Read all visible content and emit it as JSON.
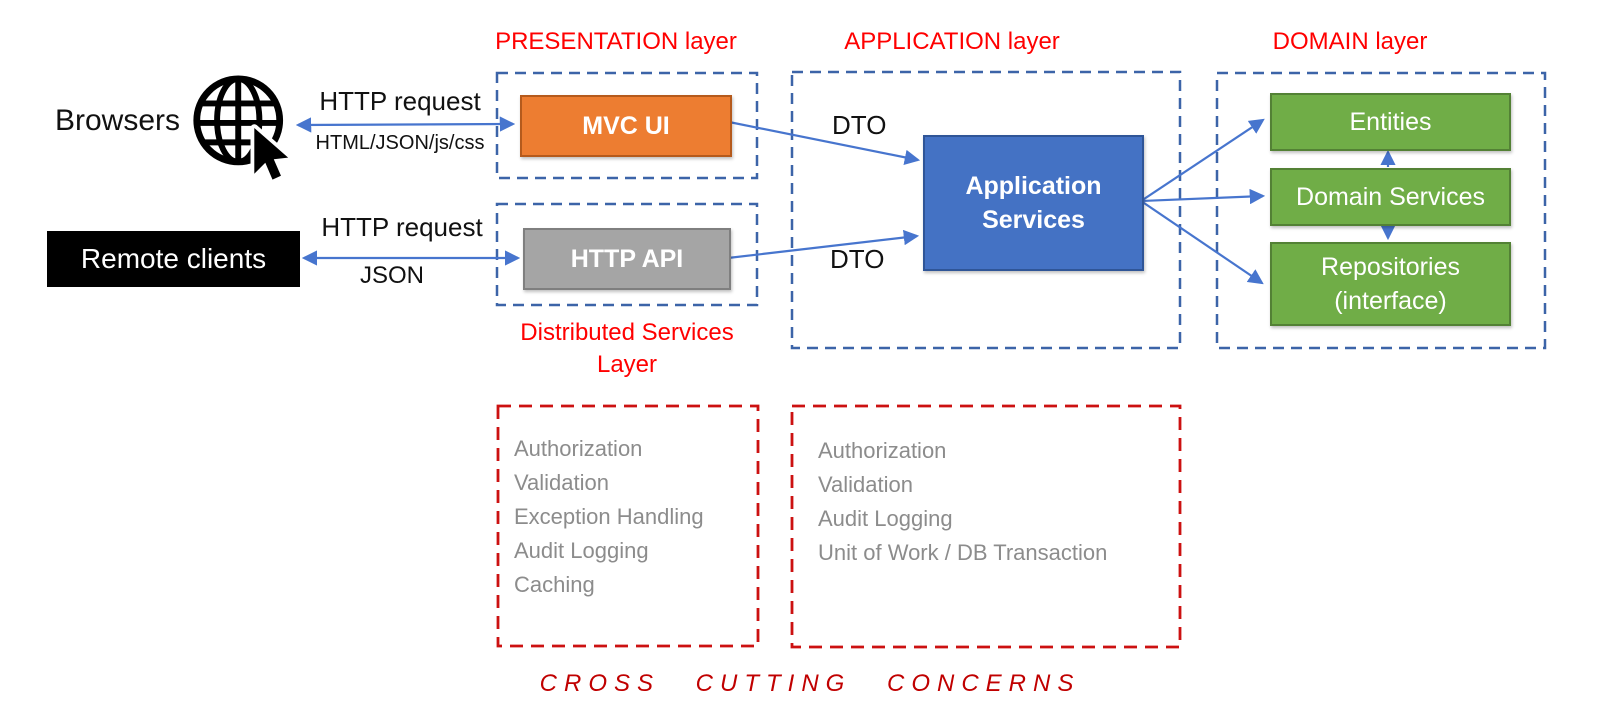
{
  "titles": {
    "presentation": "PRESENTATION layer",
    "application": "APPLICATION layer",
    "domain": "DOMAIN layer",
    "distributed_line1": "Distributed Services",
    "distributed_line2": "Layer"
  },
  "clients": {
    "browsers_label": "Browsers",
    "remote_clients_label": "Remote clients"
  },
  "nodes": {
    "mvc_ui": "MVC UI",
    "http_api": "HTTP API",
    "application_services_line1": "Application",
    "application_services_line2": "Services",
    "entities": "Entities",
    "domain_services": "Domain Services",
    "repositories_line1": "Repositories",
    "repositories_line2": "(interface)"
  },
  "edges": {
    "browser_arrow_top": "HTTP request",
    "browser_arrow_bottom": "HTML/JSON/js/css",
    "remote_arrow_top": "HTTP request",
    "remote_arrow_bottom": "JSON",
    "dto_top": "DTO",
    "dto_bottom": "DTO"
  },
  "concerns": {
    "presentation_items": [
      "Authorization",
      "Validation",
      "Exception Handling",
      "Audit Logging",
      "Caching"
    ],
    "application_items": [
      "Authorization",
      "Validation",
      "Audit Logging",
      "Unit of Work / DB Transaction"
    ],
    "footer": "CROSS CUTTING CONCERNS"
  },
  "colors": {
    "layer_title_red": "#FF0000",
    "dashed_blue_border": "#3C64A8",
    "dashed_red_border": "#CC1111",
    "footer_red": "#C00000",
    "arrow_blue": "#4775CE",
    "mvc_orange_fill": "#ED7D31",
    "http_api_gray_fill": "#A5A5A5",
    "application_blue_fill": "#4472C4",
    "domain_green_fill": "#70AD47",
    "concern_text_gray": "#8C8C8C"
  }
}
